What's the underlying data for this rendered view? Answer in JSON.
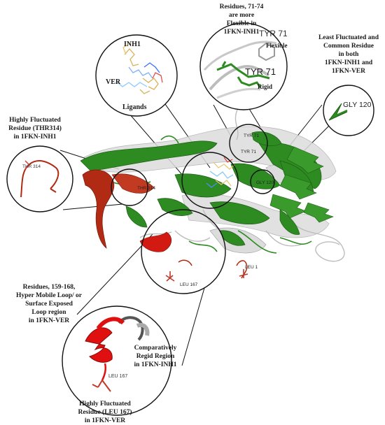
{
  "annotations": {
    "residues_71_74": [
      "Residues, 71-74",
      "are more",
      "Flexible in",
      "1FKN-INH1"
    ],
    "least_fluctuated": [
      "Least Fluctuated and",
      "Common Residue",
      "in both",
      "1FKN-INH1 and",
      "1FKN-VER"
    ],
    "highly_fluct_thr": [
      "Highly Fluctuated",
      "Residue (THR314)",
      "in 1FKN-INH1"
    ],
    "residues_159_168": [
      "Residues, 159-168,",
      "Hyper Mobile Loop/ or",
      "Surface Exposed",
      "Loop region",
      "in 1FKN-VER"
    ],
    "comparatively_rigid": [
      "Comparatively",
      "Regid Region",
      "in 1FKN-INH1"
    ],
    "highly_fluct_leu": [
      "Highly Fluctuated",
      "Residue (LEU 167)",
      "in 1FKN-VER"
    ]
  },
  "ligand_circle": {
    "inh1": "INH1",
    "ver": "VER",
    "ligands": "Ligands"
  },
  "tyr_circle": {
    "tyr_top": "TYR 71",
    "flexible": "Flexible",
    "tyr_bottom": "TYR 71",
    "rigid": "Rigid"
  },
  "gly_circle": {
    "label": "GLY 120"
  },
  "thr_circle": {
    "label": "THR 314"
  },
  "leu_zoom": {
    "label": "LEU 167"
  },
  "protein_labels": {
    "tyr_a": "TYR 71",
    "tyr_b": "TYR 71",
    "gly": "GLY 120",
    "thr": "THR 314",
    "leu_167": "LEU 167",
    "leu_1": "LEU 1"
  },
  "colors": {
    "green": "#2e8b22",
    "white_ribbon": "#d9d9d9",
    "red": "#e01010",
    "dark_red": "#b02a14"
  }
}
